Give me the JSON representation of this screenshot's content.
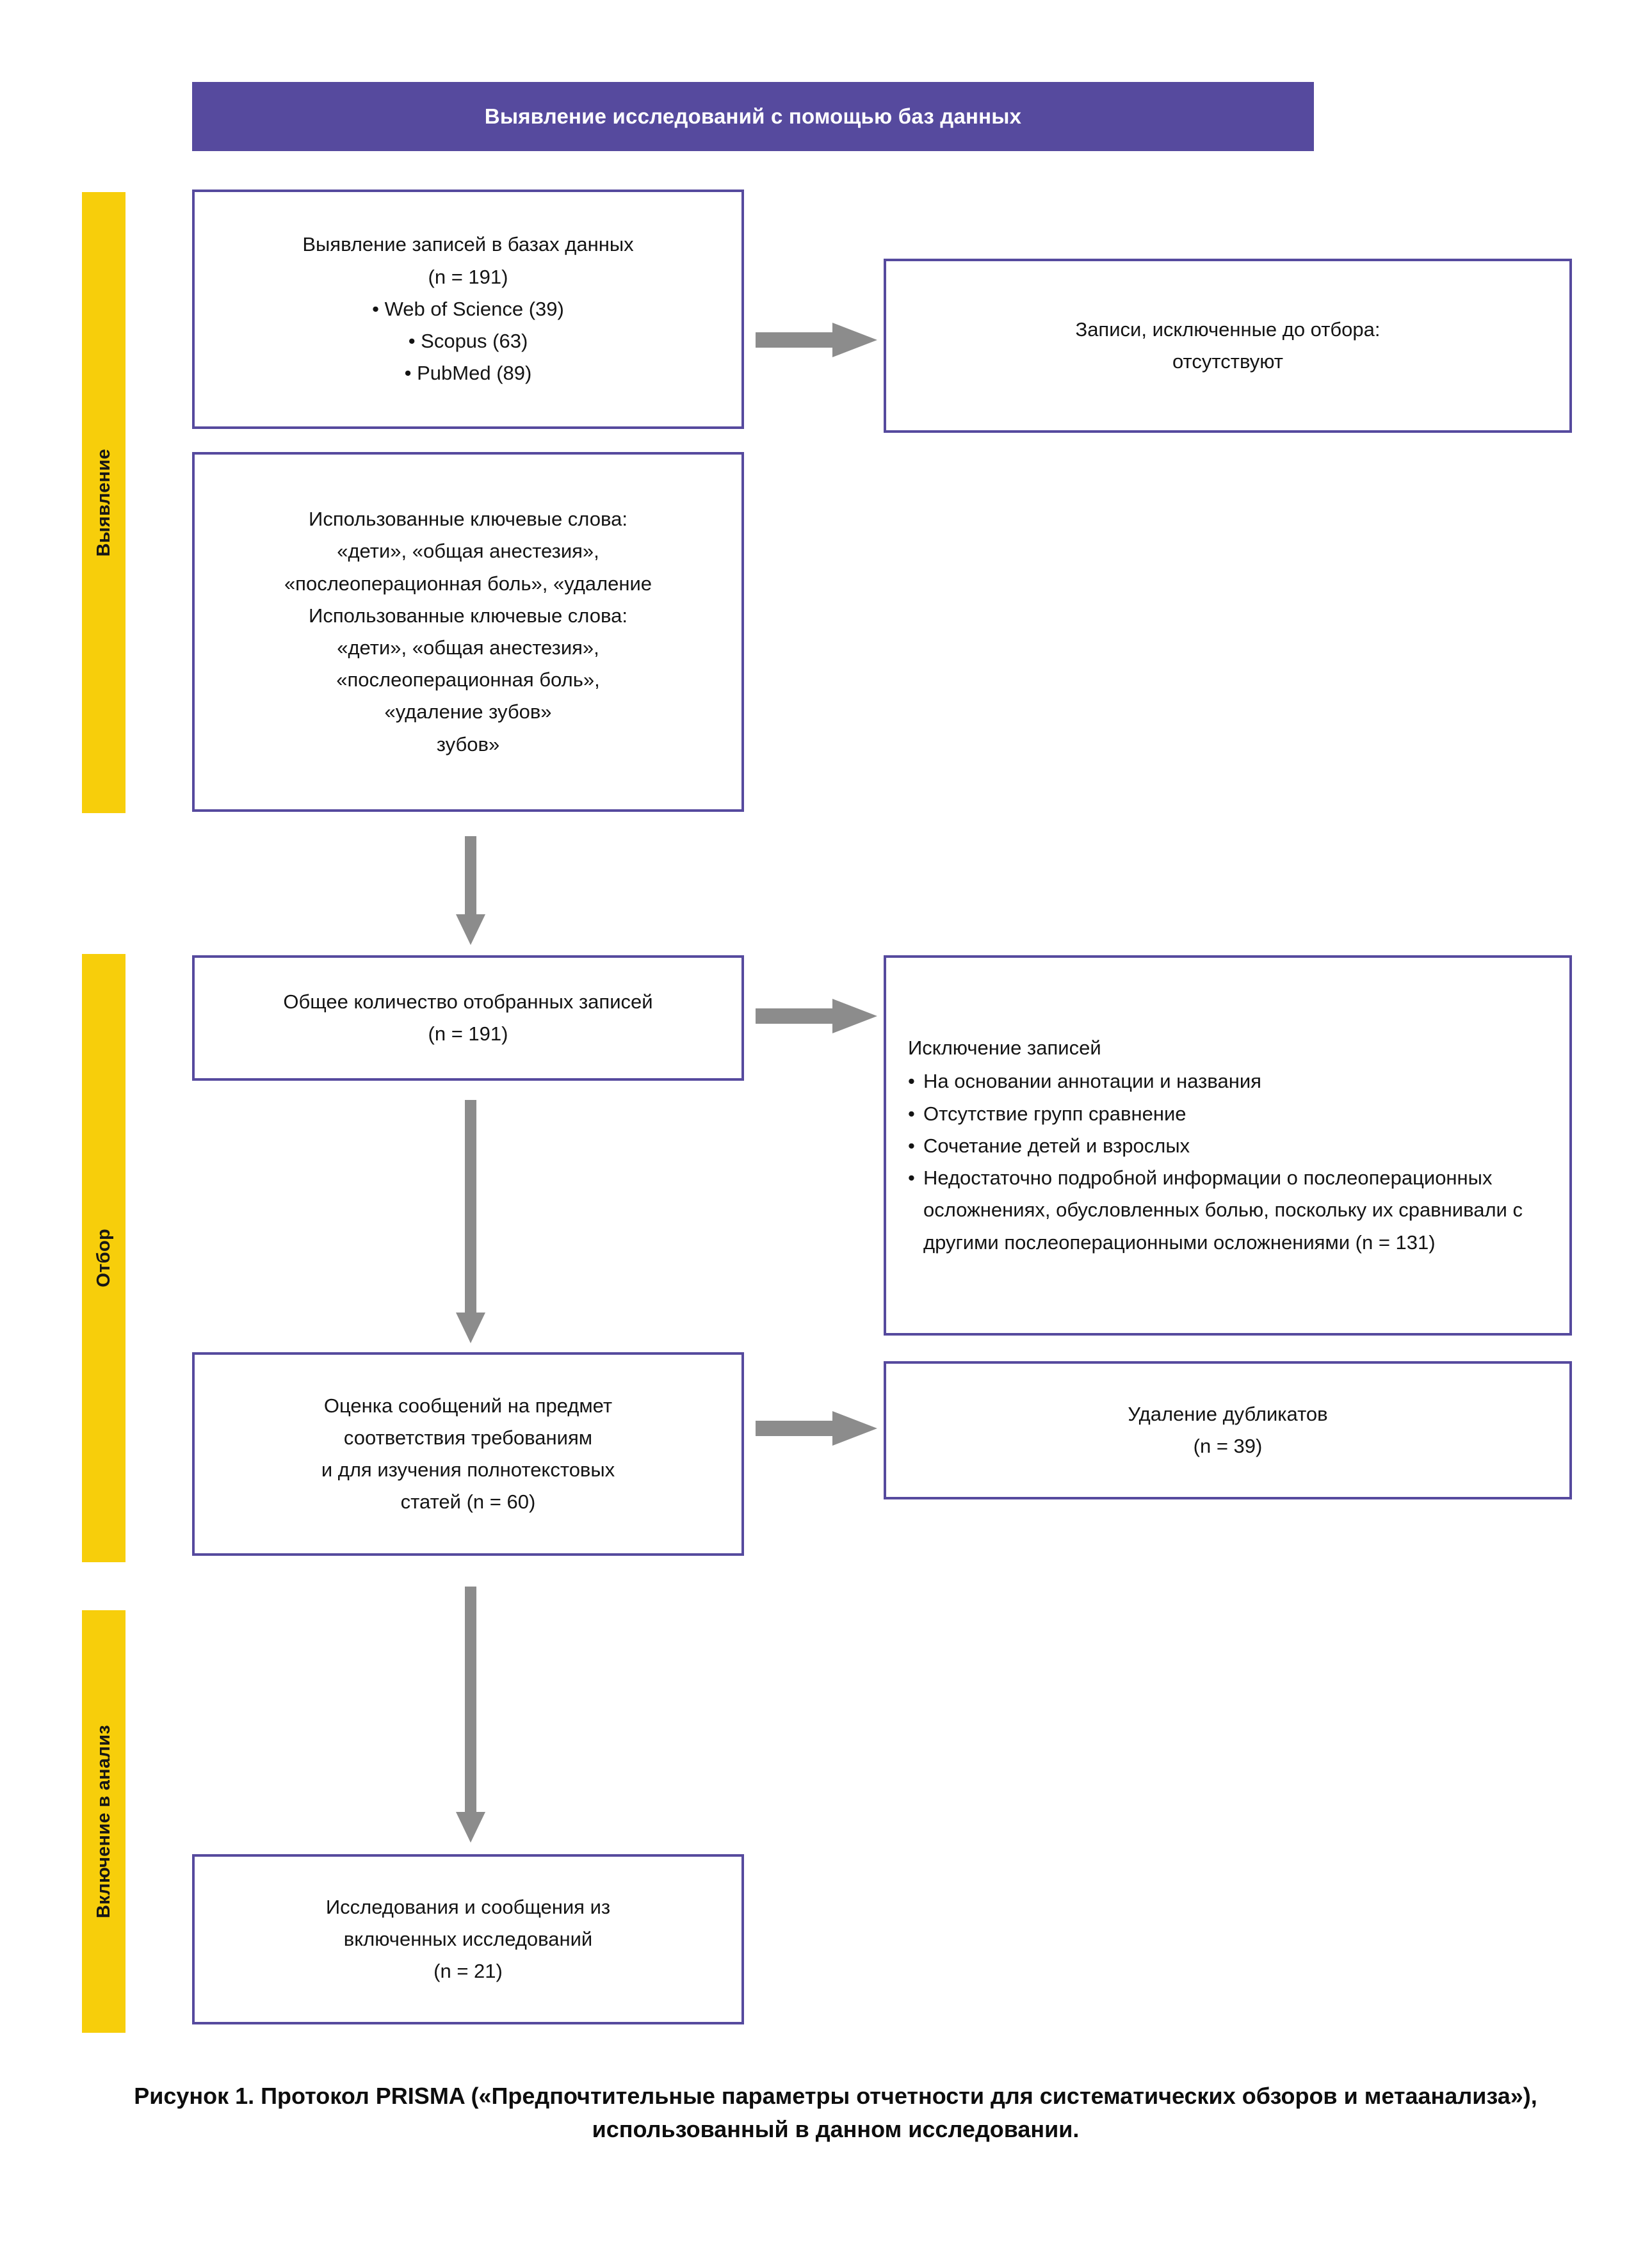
{
  "figure": {
    "header_banner": "Выявление исследований с помощью баз данных",
    "caption": "Рисунок 1. Протокол PRISMA («Предпочтительные параметры отчетности для систематических обзоров и метаанализа»), использованный в данном исследовании.",
    "colors": {
      "banner_purple": "#564a9e",
      "box_border_purple": "#564a9e",
      "stage_band_yellow": "#f7ce0b",
      "arrow_gray": "#8c8c8c",
      "text_black": "#141414",
      "background_white": "#ffffff"
    }
  },
  "stages": [
    {
      "id": "identification",
      "label": "Выявление"
    },
    {
      "id": "screening",
      "label": "Отбор"
    },
    {
      "id": "included",
      "label": "Включение в анализ"
    }
  ],
  "boxes": {
    "records_identified": {
      "title": "Выявление записей в базах данных",
      "count_line": "(n = 191)",
      "sources": [
        "• Web of Science (39)",
        "• Scopus (63)",
        "• PubMed (89)"
      ],
      "full_text": "Выявление записей в базах данных\n(n = 191)\n• Web of Science (39)\n• Scopus (63)\n• PubMed (89)"
    },
    "keywords": {
      "full_text": "Использованные ключевые слова:\n«дети», «общая анестезия»,\n«послеоперационная боль», «удаление\nИспользованные ключевые слова:\n«дети», «общая анестезия»,\n«послеоперационная боль»,\n«удаление зубов»\nзубов»"
    },
    "excluded_before_screening": {
      "full_text": "Записи, исключенные до отбора:\nотсутствуют"
    },
    "records_screened": {
      "full_text": "Общее количество отобранных записей\n(n = 191)"
    },
    "records_excluded": {
      "heading": "Исключение записей",
      "items": [
        "На основании аннотации и названия",
        "Отсутствие групп сравнение",
        "Сочетание детей и взрослых",
        "Недостаточно подробной информации о послеоперационных осложнениях, обусловленных болью, поскольку их сравнивали с другими послеоперационными осложнениями (n = 131)"
      ],
      "bullet_glyph": "•"
    },
    "eligibility": {
      "full_text": "Оценка сообщений на предмет\nсоответствия требованиям\nи для изучения полнотекстовых\nстатей (n = 60)"
    },
    "duplicates_removed": {
      "full_text": "Удаление дубликатов\n(n = 39)"
    },
    "studies_included": {
      "full_text": "Исследования и сообщения из\nвключенных исследований\n(n = 21)"
    }
  },
  "arrows": [
    {
      "id": "records-to-excluded-before",
      "direction": "right"
    },
    {
      "id": "screened-to-exclusions",
      "direction": "right"
    },
    {
      "id": "eligibility-to-duplicates",
      "direction": "right"
    },
    {
      "id": "keywords-to-screened",
      "direction": "down"
    },
    {
      "id": "screened-to-eligibility",
      "direction": "down"
    },
    {
      "id": "eligibility-to-included",
      "direction": "down"
    }
  ],
  "chart_data": {
    "type": "diagram",
    "title": "PRISMA flow diagram",
    "nodes": [
      {
        "id": "records_identified",
        "stage": "identification",
        "n": 191,
        "breakdown": {
          "Web of Science": 39,
          "Scopus": 63,
          "PubMed": 89
        }
      },
      {
        "id": "excluded_before_screening",
        "stage": "identification",
        "n": 0
      },
      {
        "id": "records_screened",
        "stage": "screening",
        "n": 191
      },
      {
        "id": "records_excluded",
        "stage": "screening",
        "n": 131
      },
      {
        "id": "eligibility",
        "stage": "screening",
        "n": 60
      },
      {
        "id": "duplicates_removed",
        "stage": "screening",
        "n": 39
      },
      {
        "id": "studies_included",
        "stage": "included",
        "n": 21
      }
    ]
  }
}
